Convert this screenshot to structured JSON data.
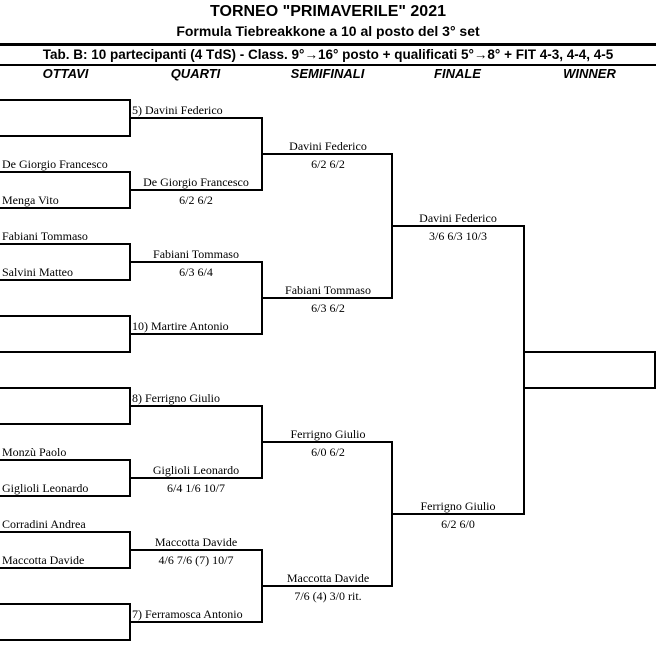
{
  "header": {
    "title": "TORNEO  \"PRIMAVERILE\"  2021",
    "subtitle": "Formula Tiebreakkone a 10 al posto del 3° set",
    "info": "Tab. B: 10 partecipanti (4 TdS) - Class. 9°→16° posto + qualificati 5°→8° + FIT 4-3, 4-4, 4-5"
  },
  "columns": [
    "OTTAVI",
    "QUARTI",
    "SEMIFINALI",
    "FINALE",
    "WINNER"
  ],
  "ottavi": [
    "",
    "",
    "De Giorgio Francesco",
    "Menga Vito",
    "Fabiani Tommaso",
    "Salvini Matteo",
    "",
    "",
    "",
    "",
    "Monzù Paolo",
    "Giglioli Leonardo",
    "Corradini Andrea",
    "Maccotta Davide",
    "",
    ""
  ],
  "quarti": [
    {
      "name": "5) Davini Federico",
      "score": "",
      "seed": true
    },
    {
      "name": "De Giorgio Francesco",
      "score": "6/2  6/2"
    },
    {
      "name": "Fabiani Tommaso",
      "score": "6/3  6/4"
    },
    {
      "name": "10) Martire Antonio",
      "score": "",
      "seed": true
    },
    {
      "name": "8) Ferrigno Giulio",
      "score": "",
      "seed": true
    },
    {
      "name": "Giglioli Leonardo",
      "score": "6/4  1/6  10/7"
    },
    {
      "name": "Maccotta Davide",
      "score": "4/6  7/6 (7)  10/7"
    },
    {
      "name": "7) Ferramosca Antonio",
      "score": "",
      "seed": true
    }
  ],
  "semifinali": [
    {
      "name": "Davini Federico",
      "score": "6/2  6/2"
    },
    {
      "name": "Fabiani Tommaso",
      "score": "6/3  6/2"
    },
    {
      "name": "Ferrigno Giulio",
      "score": "6/0  6/2"
    },
    {
      "name": "Maccotta Davide",
      "score": "7/6 (4)  3/0  rit."
    }
  ],
  "finale": [
    {
      "name": "Davini Federico",
      "score": "3/6  6/3  10/3"
    },
    {
      "name": "Ferrigno Giulio",
      "score": "6/2  6/0"
    }
  ],
  "winner": {
    "name": ""
  }
}
